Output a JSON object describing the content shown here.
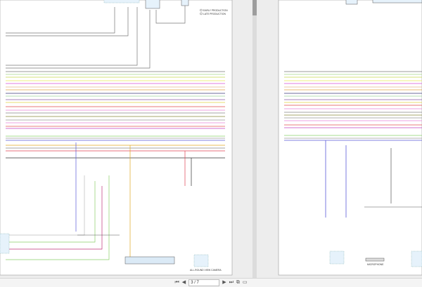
{
  "document": {
    "legend": [
      "EARLY PRODUCTION",
      "LATE PRODUCTION"
    ],
    "components": {
      "microphone": "MICROPHONE",
      "camera": "ALL-ROUND VIEW CAMERA"
    },
    "wire_colors_left": [
      "#7a7a7a",
      "#a8d68a",
      "#c9d94a",
      "#e8e85a",
      "#d84fd8",
      "#e8b48a",
      "#e0a040",
      "#3a3a7a",
      "#9ad29a",
      "#8a5aa8",
      "#e0d040",
      "#e04a4a",
      "#e880d8",
      "#888888",
      "#8a8a3a",
      "#999999",
      "#e880d8",
      "#e05050",
      "#c040c0",
      "#8ad06a",
      "#9a9a9a",
      "#5a5ad8",
      "#e0a820",
      "#888888",
      "#e04050",
      "#333333"
    ],
    "wire_colors_right": [
      "#7a7a7a",
      "#a8d68a",
      "#c9d94a",
      "#e8e85a",
      "#d84fd8",
      "#e8b48a",
      "#e0a040",
      "#3a3a7a",
      "#9ad29a",
      "#8a5aa8",
      "#e0d040",
      "#e04a4a",
      "#e880d8",
      "#888888",
      "#8a8a3a",
      "#999999",
      "#e880d8",
      "#e05050",
      "#c040c0",
      "#8ad06a",
      "#9a9a9a",
      "#5a5ad8"
    ]
  },
  "toolbar": {
    "first_page": "⏮",
    "prev_page": "◀",
    "page_indicator": "3 / 7",
    "next_page": "▶",
    "last_page": "⏭",
    "fit_page": "⧉",
    "fit_width": "▭"
  }
}
